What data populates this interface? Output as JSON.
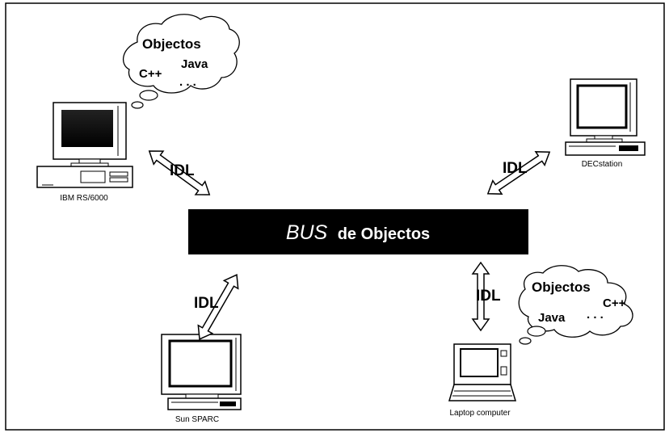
{
  "bus": {
    "label_italic": "BUS",
    "label_rest": "de Objectos"
  },
  "interface_label": "IDL",
  "computers": {
    "ibm": "IBM RS/6000",
    "dec": "DECstation",
    "sun": "Sun SPARC",
    "laptop": "Laptop computer"
  },
  "clouds": {
    "top_left": {
      "title": "Objectos",
      "lang1": "C++",
      "lang2": "Java",
      "ellipsis": ". . ."
    },
    "bottom_right": {
      "title": "Objectos",
      "lang1": "C++",
      "lang2": "Java",
      "ellipsis": ". . ."
    }
  },
  "colors": {
    "bus_fill": "#000000",
    "bus_text": "#ffffff",
    "line": "#000000"
  }
}
